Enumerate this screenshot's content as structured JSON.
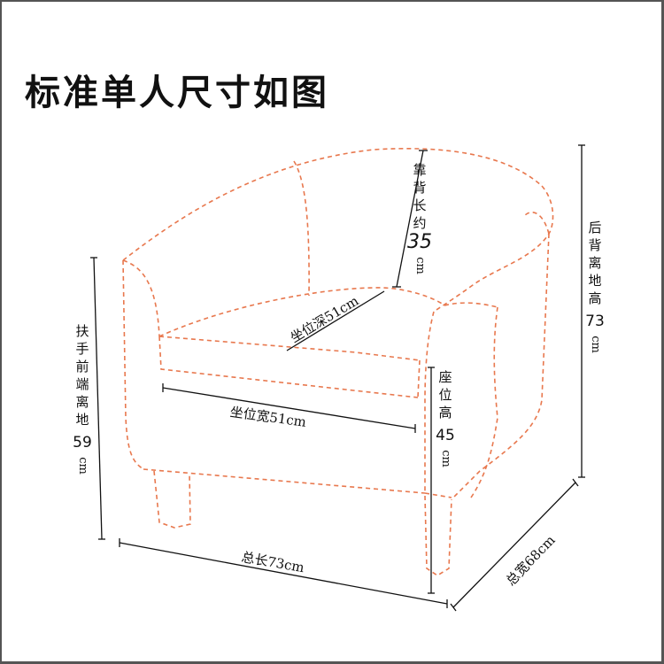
{
  "title": "标准单人尺寸如图",
  "colors": {
    "outline": "#e8784e",
    "dimension_line": "#111111",
    "border": "#555555",
    "background": "#ffffff"
  },
  "dimensions": {
    "back_length": {
      "label": "靠背长约",
      "value": "35",
      "unit": "cm"
    },
    "back_height": {
      "label": "后背离地高",
      "value": "73",
      "unit": "cm"
    },
    "arm_height": {
      "label": "扶手前端离地",
      "value": "59",
      "unit": "cm"
    },
    "seat_depth": {
      "text": "坐位深51cm"
    },
    "seat_width": {
      "text": "坐位宽51cm"
    },
    "seat_height": {
      "label": "座位高",
      "value": "45",
      "unit": "cm"
    },
    "total_length": {
      "text": "总长73cm"
    },
    "total_width": {
      "text": "总宽68cm"
    }
  }
}
